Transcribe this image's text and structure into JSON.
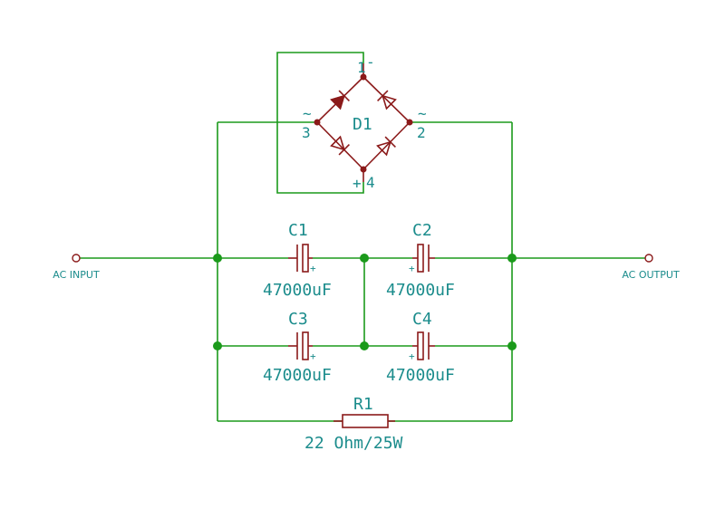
{
  "colors": {
    "wire": "#1b9a1b",
    "component": "#8b1a1a",
    "text": "#1b8c8c"
  },
  "ports": {
    "input": "AC INPUT",
    "output": "AC OUTPUT"
  },
  "bridge": {
    "ref": "D1",
    "pins": {
      "p1": "1",
      "p2": "2",
      "p3": "3",
      "p4": "4"
    },
    "symbols": {
      "ac_left": "~",
      "ac_right": "~",
      "plus": "+",
      "minus": "-"
    }
  },
  "capacitors": [
    {
      "ref": "C1",
      "value": "47000uF"
    },
    {
      "ref": "C2",
      "value": "47000uF"
    },
    {
      "ref": "C3",
      "value": "47000uF"
    },
    {
      "ref": "C4",
      "value": "47000uF"
    }
  ],
  "cap_polarity": "+",
  "resistor": {
    "ref": "R1",
    "value": "22 Ohm/25W"
  }
}
